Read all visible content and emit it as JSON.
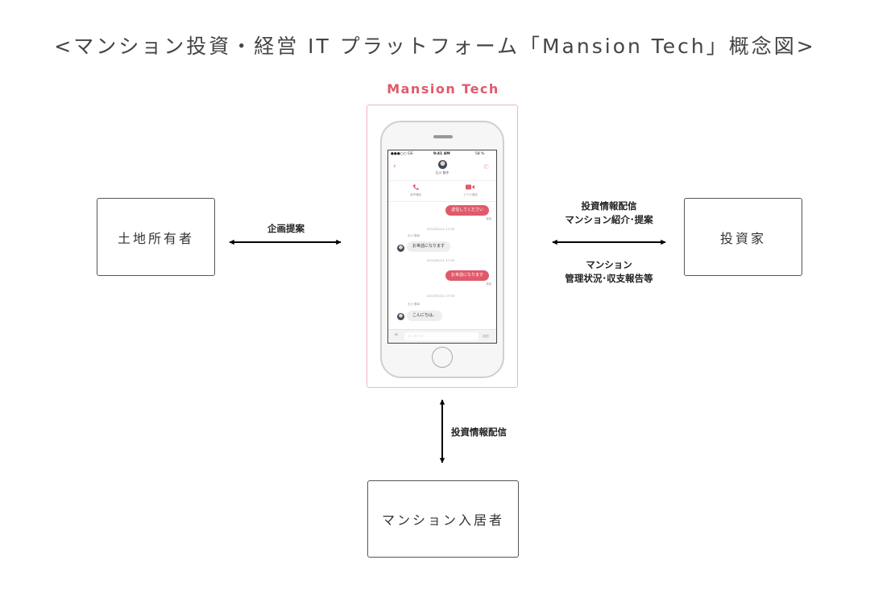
{
  "title": "<マンション投資・経営 IT プラットフォーム「Mansion Tech」概念図>",
  "brand": "Mansion Tech",
  "nodes": {
    "landowner": "土地所有者",
    "investor": "投資家",
    "resident": "マンション入居者"
  },
  "edges": {
    "landowner_app": "企画提案",
    "investor_top_line1": "投資情報配信",
    "investor_top_line2": "マンション紹介･提案",
    "investor_bottom_line1": "マンション",
    "investor_bottom_line2": "管理状況･収支報告等",
    "resident_app": "投資情報配信"
  },
  "colors": {
    "accent": "#e05a6b",
    "frame": "#f0b6be"
  },
  "phone_screen": {
    "status_carrier": "●●●○○ GS",
    "status_time": "9:41 AM",
    "status_battery": "58 %",
    "contact_name": "石川 勝幸",
    "call_voice": "音声通話",
    "call_video": "ビデオ通話",
    "messages": [
      {
        "dir": "out",
        "text": "返信してください",
        "meta": "既読"
      },
      {
        "dir": "stamp",
        "text": "2017/01/11 17:33"
      },
      {
        "dir": "in",
        "sender": "石川 勝幸",
        "text": "お世話になります"
      },
      {
        "dir": "stamp",
        "text": "2017/01/11 17:33"
      },
      {
        "dir": "out",
        "text": "お世話になります",
        "meta": "既読"
      },
      {
        "dir": "stamp",
        "text": "2017/01/11 17:33"
      },
      {
        "dir": "in",
        "sender": "石川 勝幸",
        "text": "こんにちは。"
      }
    ],
    "input_placeholder": "メッセージ",
    "send_label": "送信"
  }
}
